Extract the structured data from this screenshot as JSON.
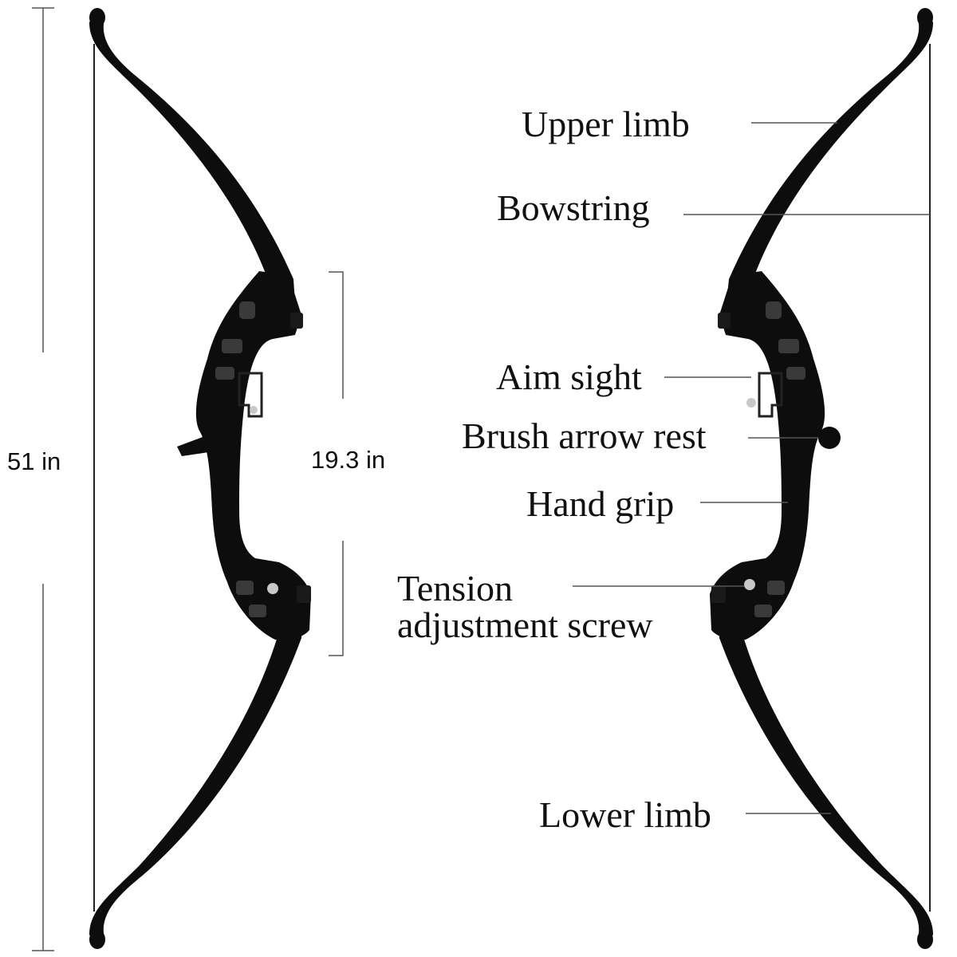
{
  "dimensions": {
    "overall_length": "51 in",
    "riser_length": "19.3 in"
  },
  "labels": {
    "upper_limb": "Upper limb",
    "bowstring": "Bowstring",
    "aim_sight": "Aim sight",
    "brush_arrow_rest": "Brush arrow rest",
    "hand_grip": "Hand grip",
    "tension_line1": "Tension",
    "tension_line2": "adjustment screw",
    "lower_limb": "Lower limb"
  },
  "colors": {
    "bow_black": "#0d0d0d",
    "riser_highlight": "#2a2a2a",
    "leader_gray": "#555555",
    "string_dark": "#222222",
    "screw_silver": "#c8c8c8"
  }
}
